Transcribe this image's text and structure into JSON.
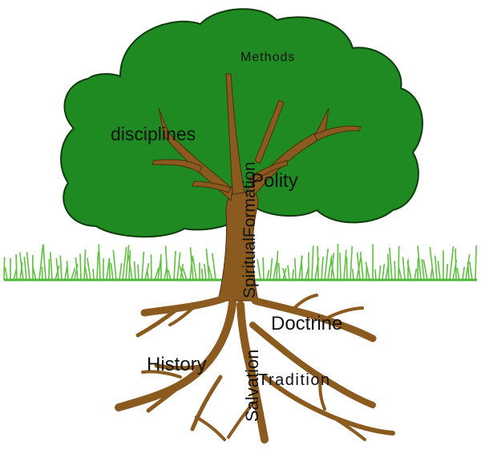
{
  "labels": {
    "methods": "Methods",
    "disciplines": "disciplines",
    "polity": "Polity",
    "spiritual_formation": "SpiritualFormation",
    "doctrine": "Doctrine",
    "history": "History",
    "salvation": "Salvation",
    "tradition": "Tradition"
  },
  "colors": {
    "foliage": "#1f8a22",
    "foliage_outline": "#0d3d0d",
    "trunk": "#8a5a1e",
    "trunk_outline": "#4a2f0e",
    "grass": "#5cc23c",
    "ground_line": "#4fb83a"
  }
}
